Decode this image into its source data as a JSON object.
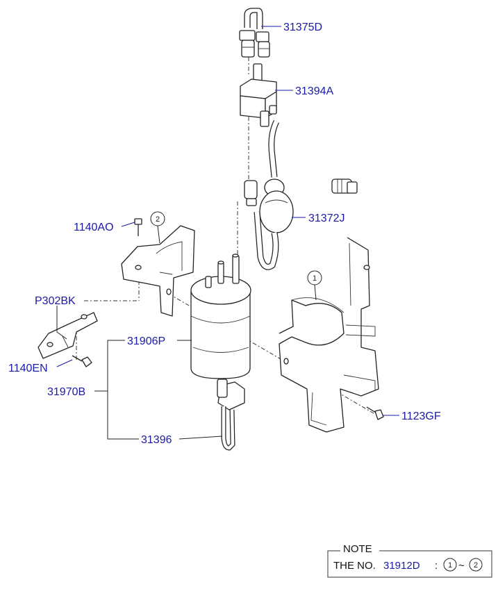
{
  "labels": {
    "p31375D": "31375D",
    "p31394A": "31394A",
    "p31372J": "31372J",
    "p1140AO": "1140AO",
    "p302BK": "P302BK",
    "p1140EN": "1140EN",
    "p31906P": "31906P",
    "p31970B": "31970B",
    "p31396": "31396",
    "p1123GF": "1123GF"
  },
  "callouts": {
    "c1": "1",
    "c2": "2"
  },
  "note": {
    "title": "NOTE",
    "prefix": "THE NO.",
    "part": "31912D",
    "range_sep": ":",
    "from": "1",
    "tilde": "~",
    "to": "2"
  },
  "colors": {
    "label": "#1a1aa8",
    "line": "#222222"
  }
}
